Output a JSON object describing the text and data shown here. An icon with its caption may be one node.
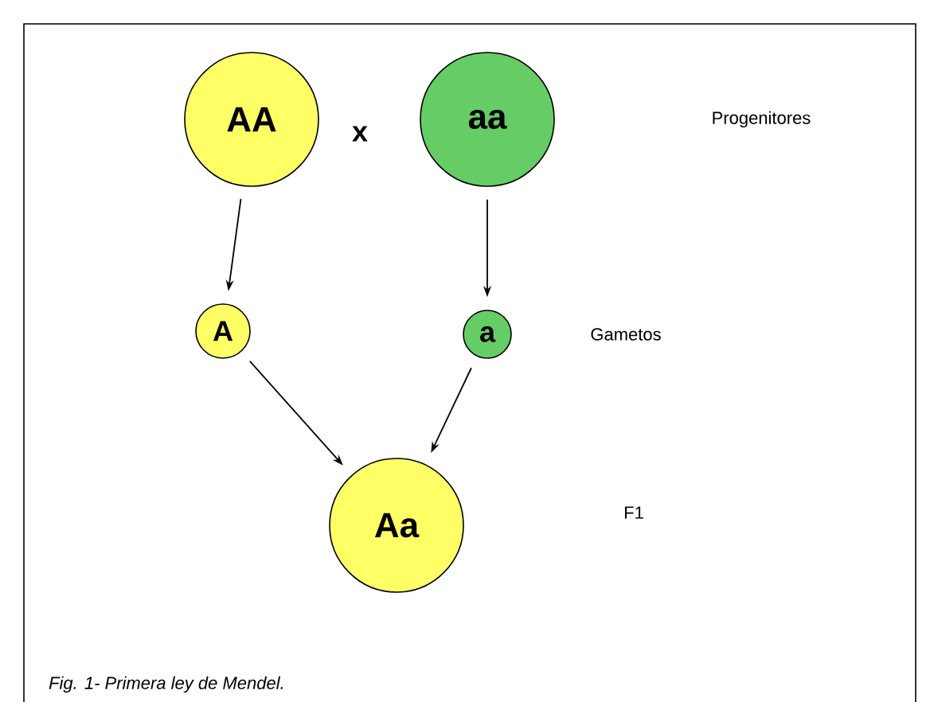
{
  "diagram": {
    "caption": "Fig. 1- Primera ley de Mendel.",
    "nodes": [
      {
        "text": [
          "AA"
        ]
      },
      {
        "text": [
          "aa"
        ]
      },
      {
        "text": [
          "A"
        ]
      },
      {
        "text": [
          "a"
        ]
      },
      {
        "text": [
          "Aa"
        ]
      }
    ],
    "edges": [
      {
        "from": 0,
        "to": 2,
        "arrow": "to"
      },
      {
        "from": 1,
        "to": 3,
        "arrow": "to"
      },
      {
        "from": 2,
        "to": 4,
        "arrow": "to"
      },
      {
        "from": 3,
        "to": 4,
        "arrow": "to"
      }
    ],
    "labels": [
      "x",
      "Progenitores",
      "Gametos",
      "F1"
    ]
  }
}
